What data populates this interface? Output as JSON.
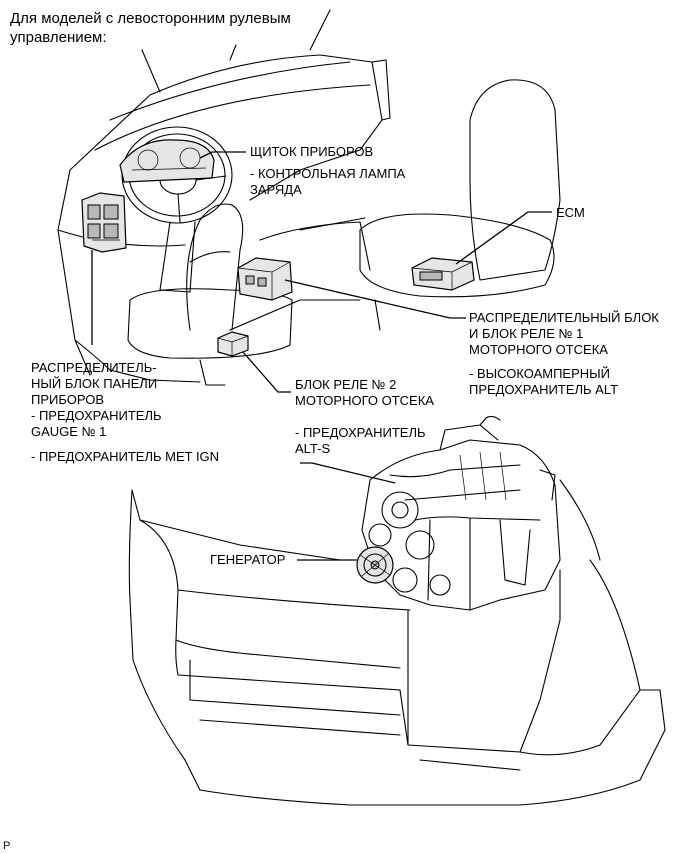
{
  "title": "Для моделей с левосторонним рулевым управлением:",
  "labels": {
    "instrument_panel": "ЩИТОК ПРИБОРОВ",
    "charge_lamp_1": "- КОНТРОЛЬНАЯ ЛАМПА",
    "charge_lamp_2": "ЗАРЯДА",
    "ecm": "ECM",
    "ej_block_1": "РАСПРЕДЕЛИТЕЛЬНЫЙ БЛОК",
    "ej_block_2": "И БЛОК РЕЛЕ № 1",
    "ej_block_3": "МОТОРНОГО ОТСЕКА",
    "alt_fuse_1": "- ВЫСОКОАМПЕРНЫЙ",
    "alt_fuse_2": "ПРЕДОХРАНИТЕЛЬ ALT",
    "ip_block_1": "РАСПРЕДЕЛИТЕЛЬ-",
    "ip_block_2": "НЫЙ БЛОК ПАНЕЛИ",
    "ip_block_3": "ПРИБОРОВ",
    "gauge_fuse_1": "- ПРЕДОХРАНИТЕЛЬ",
    "gauge_fuse_2": "GAUGE № 1",
    "met_ign_fuse": "- ПРЕДОХРАНИТЕЛЬ MET IGN",
    "relay2_1": "БЛОК РЕЛЕ № 2",
    "relay2_2": "МОТОРНОГО ОТСЕКА",
    "alts_fuse_1": "- ПРЕДОХРАНИТЕЛЬ",
    "alts_fuse_2": "ALT-S",
    "generator": "ГЕНЕРАТОР",
    "footer": "P"
  }
}
